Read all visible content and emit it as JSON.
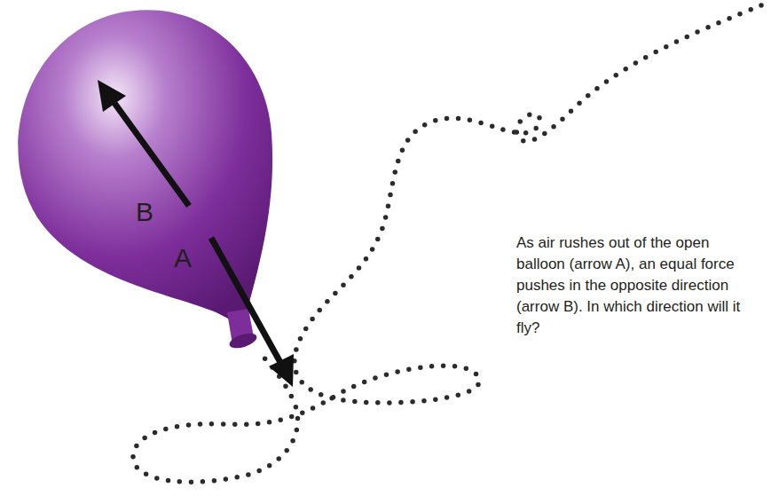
{
  "diagram": {
    "labels": [
      "B",
      "A",
      "As air rushes out of the open balloon (arrow A), an equal force pushes in the opposite direction (arrow B). In which direction will it fly?"
    ]
  }
}
